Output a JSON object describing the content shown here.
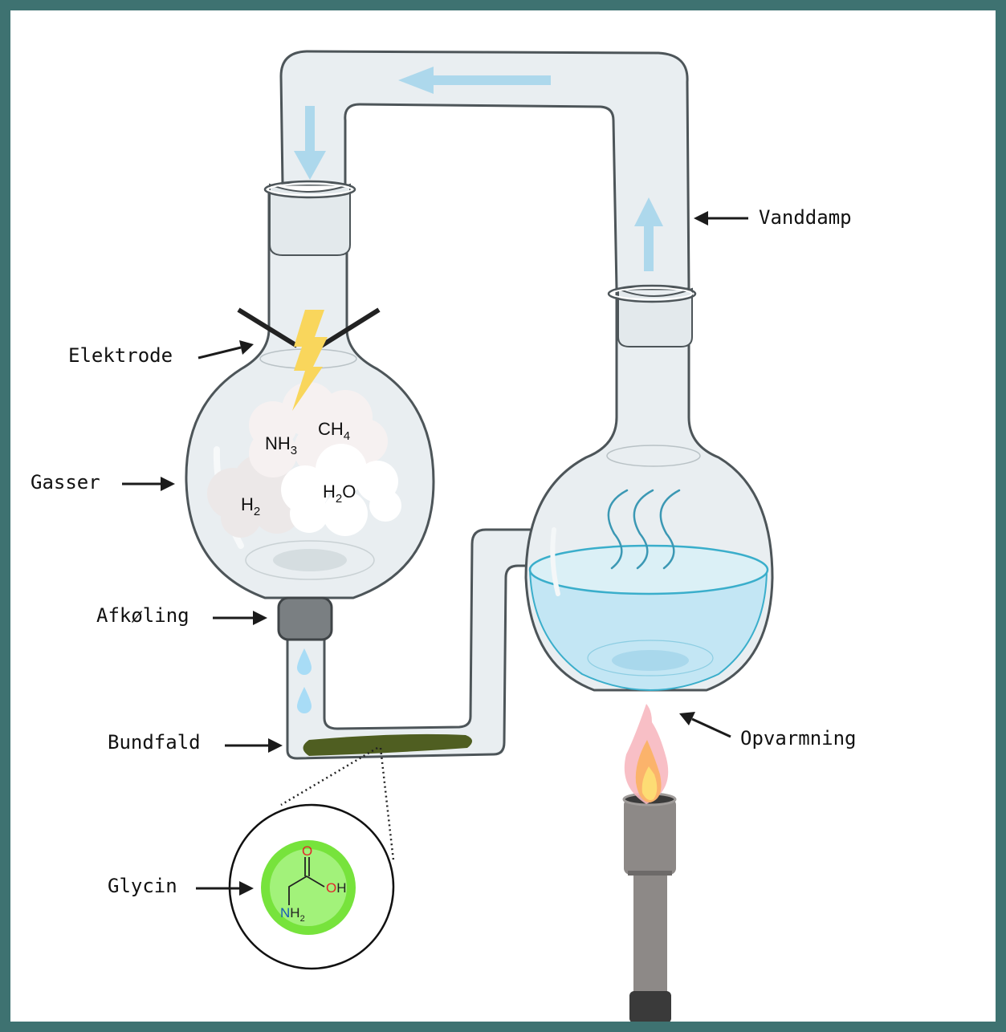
{
  "figure": {
    "title": "Miller-Urey eksperiment",
    "colors": {
      "frame": "#3e7271",
      "glass": "#e9eef1",
      "glass_outline": "#4d5559",
      "flow_arrow": "#add8ec",
      "water": "#c3e6f4",
      "water_line": "#3aaecb",
      "steam": "#3b98b4",
      "precipitate": "#4f5e21",
      "cooler": "#7a7f82",
      "lightning": "#f9d65c",
      "electrode": "#222222",
      "glycin_outer": "#77e33c",
      "glycin_inner": "#a2f27a",
      "droplet": "#a8dcf6",
      "flame_outer": "#f7b8c0",
      "flame_mid": "#fbb36b",
      "flame_inner": "#fddc74",
      "burner": "#8d8987",
      "burner_base": "#3a3a3a"
    }
  },
  "labels": {
    "elektrode": "Elektrode",
    "gasser": "Gasser",
    "afkoling": "Afkøling",
    "bundfald": "Bundfald",
    "glycin": "Glycin",
    "vanddamp": "Vanddamp",
    "opvarmning": "Opvarmning"
  },
  "gases": [
    {
      "base": "NH",
      "sub": "3",
      "suffix": ""
    },
    {
      "base": "CH",
      "sub": "4",
      "suffix": ""
    },
    {
      "base": "H",
      "sub": "2",
      "suffix": ""
    },
    {
      "base": "H",
      "sub": "2",
      "suffix": "O"
    }
  ],
  "molecule": {
    "name": "Glycin",
    "oxygen": "O",
    "hydroxyl": "OH",
    "amine_base": "NH",
    "amine_sub": "2"
  },
  "flow_icons": [
    "arrow-down",
    "arrow-left",
    "arrow-up"
  ]
}
